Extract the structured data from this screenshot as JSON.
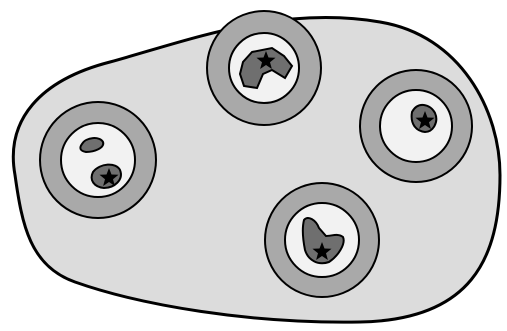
{
  "colors": {
    "background": "#ffffff",
    "outline": "#000000",
    "blob_fill": "#dcdcdc",
    "ring_fill": "#a9a9a9",
    "inner_fill": "#f2f2f2",
    "lesion_fill": "#6f6f6f",
    "star_fill": "#000000"
  },
  "figure": {
    "unit_count": 4,
    "units": [
      {
        "id": "upper",
        "shape": "irregular-blob-with-star"
      },
      {
        "id": "right",
        "shape": "small-droplet-with-star"
      },
      {
        "id": "left",
        "shape": "two-small-blobs-one-with-star"
      },
      {
        "id": "lower",
        "shape": "hooked-blob-with-star"
      }
    ]
  }
}
